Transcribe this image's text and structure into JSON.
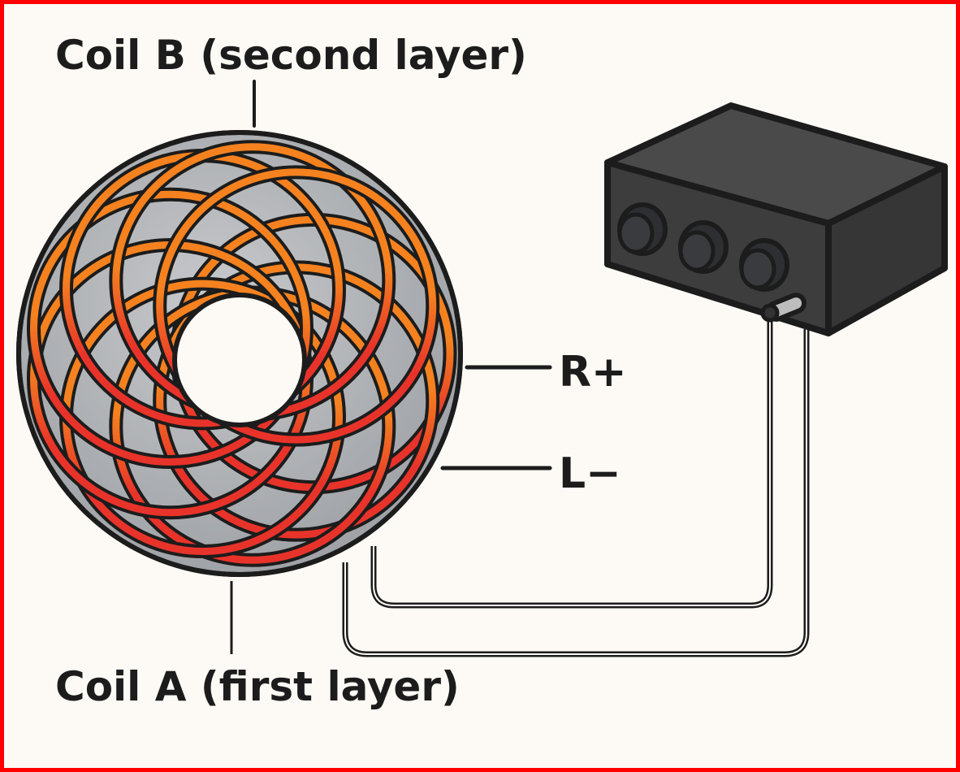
{
  "diagram": {
    "title": "Toroidal bifilar coil connected to control box",
    "colors": {
      "border": "#ff0000",
      "background": "#fdfaf5",
      "core": "#b4b7bb",
      "coil_b": "#f5821f",
      "coil_a": "#e8332a",
      "outline": "#1c1c1c",
      "box_front": "#3a3a3b",
      "box_top": "#4a4a4b",
      "box_side": "#333334",
      "jack": "#bdbdbd"
    },
    "labels": {
      "coil_b": "Coil B (second layer)",
      "coil_a": "Coil A (first layer)",
      "r_plus": "R+",
      "l_minus": "L−"
    },
    "components": {
      "toroid": {
        "name": "Toroidal core",
        "layers": [
          "Coil A (first layer)",
          "Coil B (second layer)"
        ]
      },
      "control_box": {
        "name": "Control box",
        "knob_count": 3,
        "output": "jack"
      }
    },
    "connections": [
      {
        "from": "Coil B",
        "terminal": "R+"
      },
      {
        "from": "Coil A",
        "terminal": "L−"
      },
      {
        "from": "Toroid",
        "to": "Control box jack",
        "wires": 2
      }
    ]
  }
}
